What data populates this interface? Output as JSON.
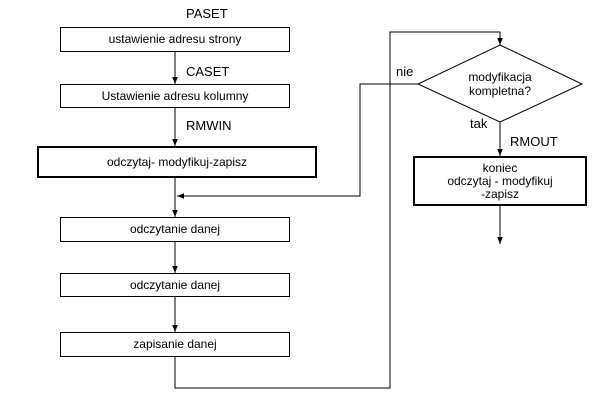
{
  "labels": {
    "paset": "PASET",
    "caset": "CASET",
    "rmwin": "RMWIN",
    "rmout": "RMOUT",
    "nie": "nie",
    "tak": "tak"
  },
  "boxes": {
    "set_page_address": "ustawienie adresu strony",
    "set_column_address": "Ustawienie adresu kolumny",
    "rmw": "odczytaj- modyfikuj-zapisz",
    "read_data_1": "odczytanie danej",
    "read_data_2": "odczytanie danej",
    "write_data": "zapisanie danej"
  },
  "decision": {
    "line1": "modyfikacja",
    "line2": "kompletna?"
  },
  "end_box": {
    "line1": "koniec",
    "line2": "odczytaj - modyfikuj",
    "line3": "-zapisz"
  }
}
